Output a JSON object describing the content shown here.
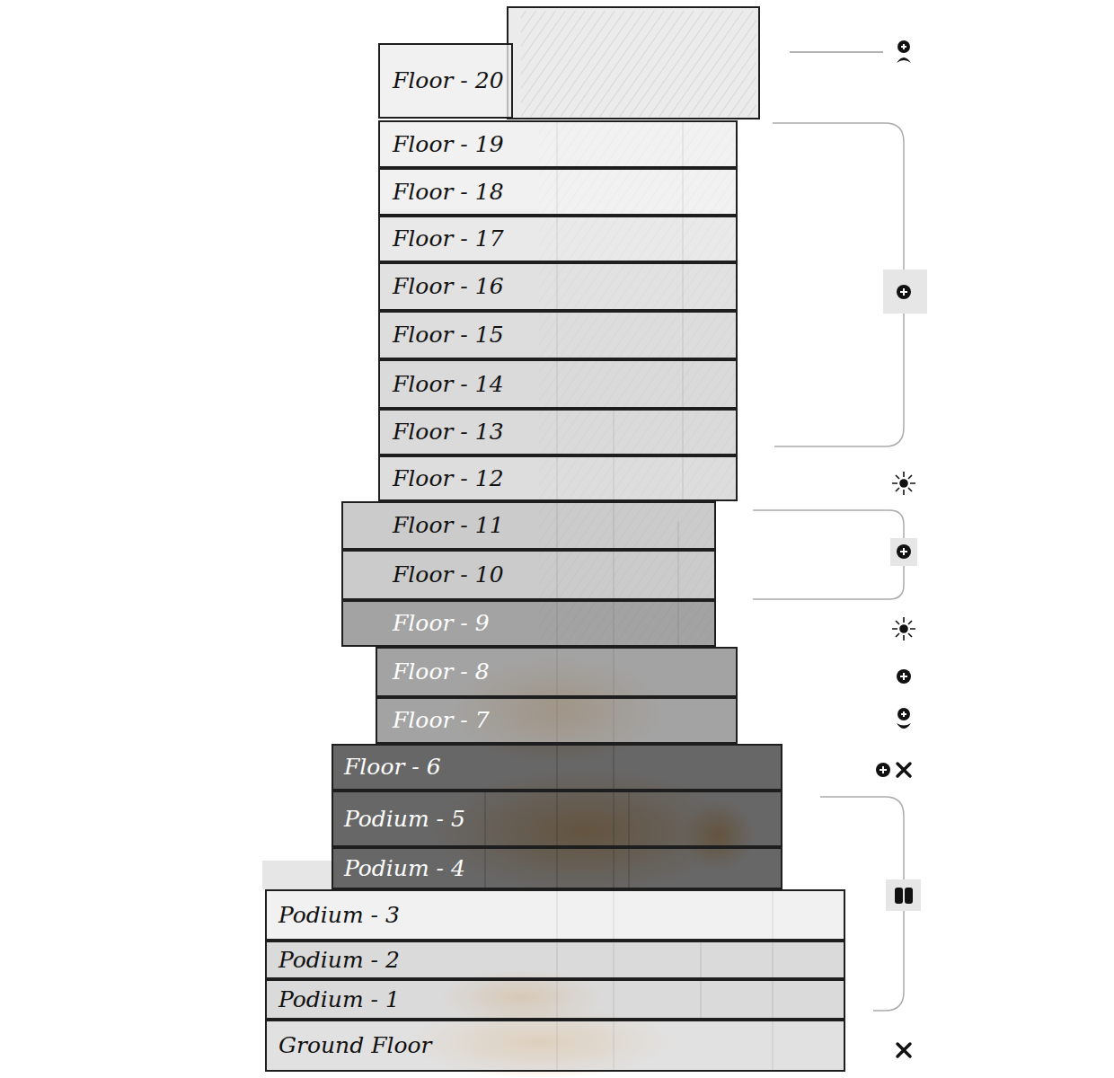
{
  "diagram": {
    "nodes": [
      {
        "text": [
          "Floor - 20"
        ]
      },
      {
        "text": [
          "Floor - 19"
        ]
      },
      {
        "text": [
          "Floor - 18"
        ]
      },
      {
        "text": [
          "Floor - 17"
        ]
      },
      {
        "text": [
          "Floor - 16"
        ]
      },
      {
        "text": [
          "Floor - 15"
        ]
      },
      {
        "text": [
          "Floor - 14"
        ]
      },
      {
        "text": [
          "Floor - 13"
        ]
      },
      {
        "text": [
          "Floor - 12"
        ]
      },
      {
        "text": [
          "Floor - 11"
        ]
      },
      {
        "text": [
          "Floor - 10"
        ]
      },
      {
        "text": [
          "Floor - 9"
        ]
      },
      {
        "text": [
          "Floor - 8"
        ]
      },
      {
        "text": [
          "Floor - 7"
        ]
      },
      {
        "text": [
          "Floor - 6"
        ]
      },
      {
        "text": [
          "Podium - 5"
        ]
      },
      {
        "text": [
          "Podium - 4"
        ]
      },
      {
        "text": [
          "Podium - 3"
        ]
      },
      {
        "text": [
          "Podium - 2"
        ]
      },
      {
        "text": [
          "Podium - 1"
        ]
      },
      {
        "text": [
          "Ground Floor"
        ]
      }
    ]
  }
}
